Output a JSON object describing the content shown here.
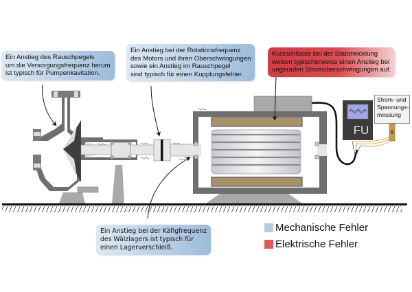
{
  "callouts": {
    "pump": {
      "category": "mechanical",
      "lines": [
        "Ein Anstieg des Rauschpegels",
        "um die Versorgungsfrequenz herum",
        "ist typisch für Pumpenkavitation."
      ]
    },
    "coupling": {
      "category": "mechanical",
      "lines": [
        "Ein Anstieg bei der Rotationsfrequenz",
        "des Motors und ihren Oberschwingungen",
        "sowie ein Anstieg im Rauschpegel",
        "sind typisch für einen Kupplungsfehler."
      ]
    },
    "stator": {
      "category": "electrical",
      "lines": [
        "Kurzschlüsse bei der Statorwicklung",
        "weisen typischerweise einen Anstieg bei",
        "ungeraden Stromoberschwingungen auf."
      ]
    },
    "bearing": {
      "category": "mechanical",
      "lines": [
        "Ein Anstieg bei der Käfigfrequenz",
        "des Wälzlagers ist typisch für",
        "einen Lagerverschleiß."
      ]
    }
  },
  "components": {
    "frequency_converter_label": "FU",
    "measurement_box_lines": [
      "Strom- und",
      "Spannungs-",
      "messung"
    ]
  },
  "legend": [
    {
      "label": "Mechanische Fehler",
      "color": "#b4cde6"
    },
    {
      "label": "Elektrische Fehler",
      "color": "#dc5a5e"
    }
  ],
  "colors": {
    "housing": "#6f6f6f",
    "winding": "#a8926a",
    "shaft": "#e6e6e6",
    "fu_body": "#3b3b3b",
    "fu_screen": "#9ea8e8",
    "cable": "#d9a550"
  }
}
